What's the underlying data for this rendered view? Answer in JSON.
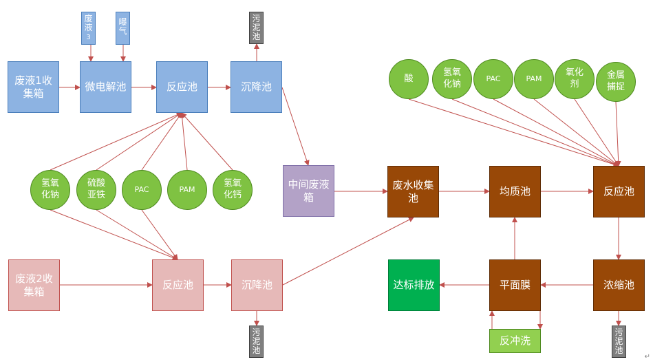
{
  "colors": {
    "line": "#c0504d",
    "blue_fill": "#8db3e2",
    "pink_fill": "#e6b9b8",
    "purple_fill": "#b3a2c7",
    "brown_fill": "#984807",
    "discharge_fill": "#00b050",
    "reagent_fill": "#7fc242",
    "sludge_fill": "#7f7f7f"
  },
  "upper_line": {
    "waste1_tank": "废液1收集箱",
    "micro_electrolysis": "微电解池",
    "reaction": "反应池",
    "settling": "沉降池",
    "input_waste3_a": "废液",
    "input_waste3_b": "3",
    "input_aeration": "曝气",
    "sludge": "污泥池"
  },
  "middle_reagents": {
    "naoh": "氢氧化钠",
    "ferrous_sulfate": "硫酸亚铁",
    "pac": "PAC",
    "pam": "PAM",
    "lime": "氢氧化钙"
  },
  "lower_line": {
    "waste2_tank": "废液2收集箱",
    "reaction": "反应池",
    "settling": "沉降池",
    "sludge": "污泥池"
  },
  "intermediate_tank": "中间废液箱",
  "right_system": {
    "collection": "废水收集池",
    "equalization": "均质池",
    "reaction": "反应池",
    "concentration": "浓缩池",
    "flat_membrane": "平面膜",
    "discharge": "达标排放",
    "backwash": "反冲洗",
    "sludge": "污泥池"
  },
  "right_reagents": {
    "acid": "酸",
    "naoh": "氢氧化钠",
    "pac": "PAC",
    "pam": "PAM",
    "oxidant": "氧化剂",
    "metal_capture": "金属捕捉"
  },
  "corner_mark": "↵"
}
